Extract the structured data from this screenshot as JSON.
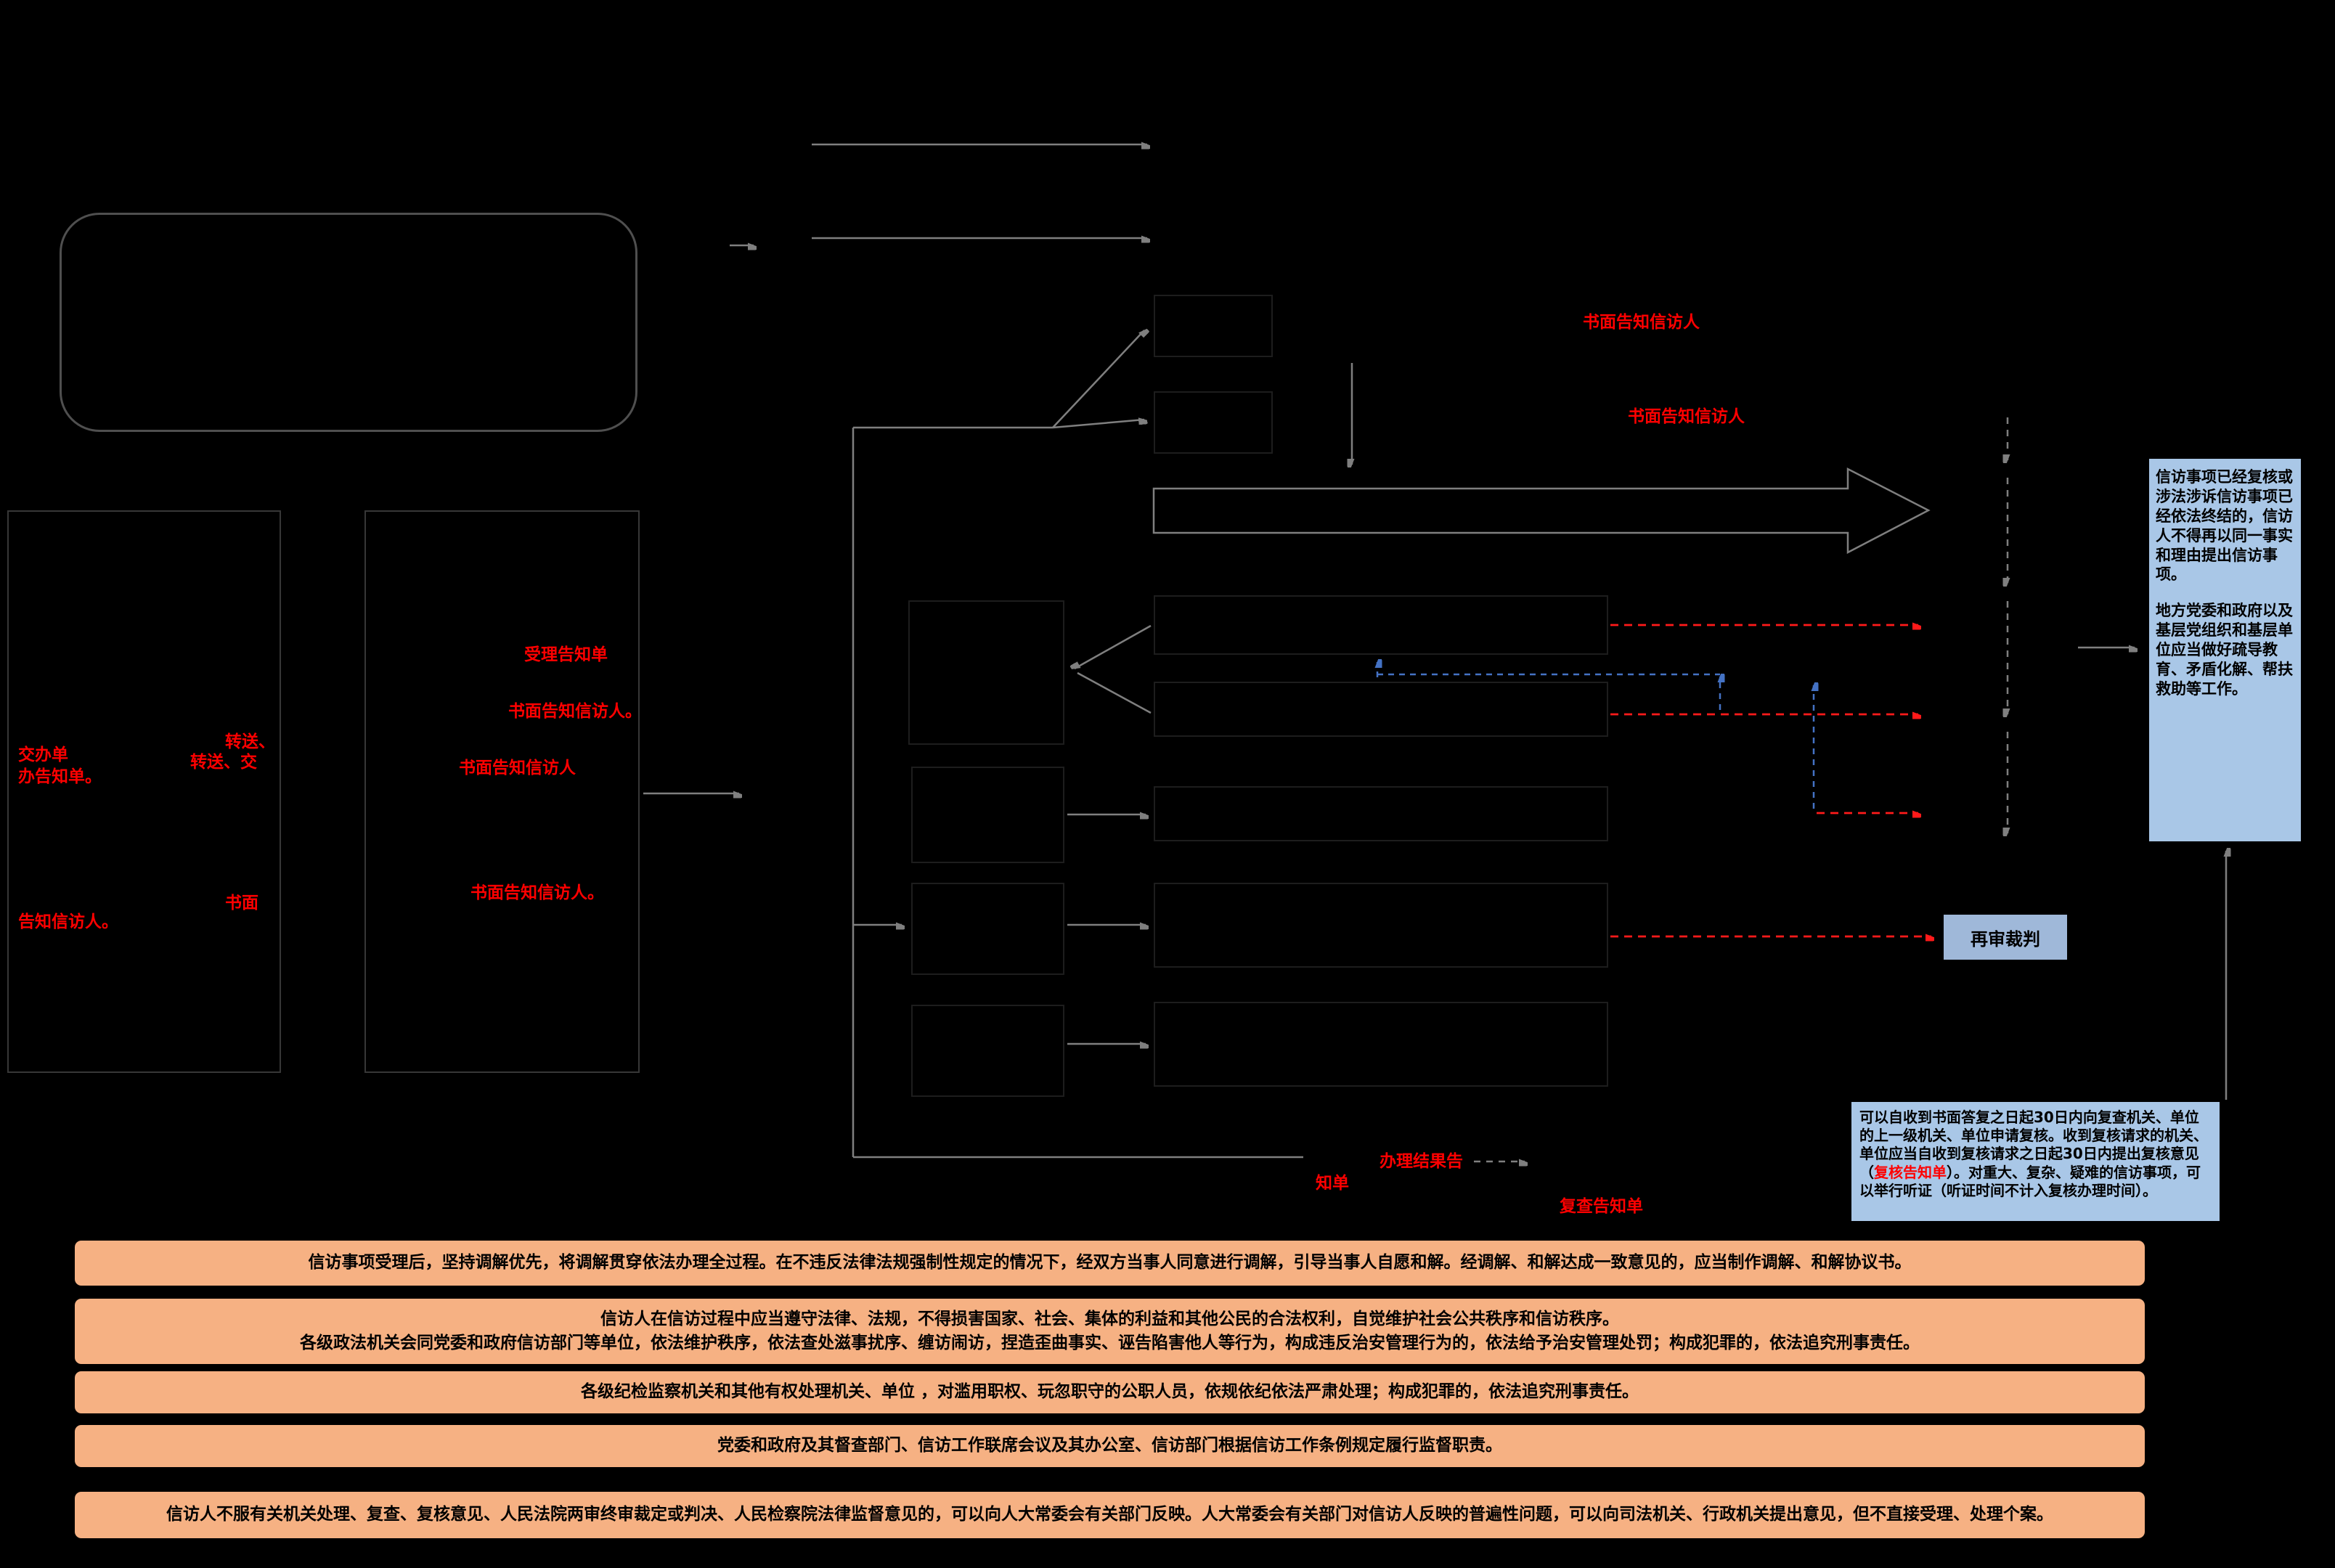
{
  "red_labels": {
    "transfer_slip": "交办单",
    "handle_notice_slip": "办告知单。",
    "forward_1": "转送、",
    "forward_2": "转送、交",
    "written": "书面",
    "notify_petitioner": "告知信访人。",
    "acceptance_notice": "受理告知单",
    "written_notify_1": "书面告知信访人。",
    "written_notify_2": "书面告知信访人",
    "written_notify_3": "书面告知信访人。",
    "written_notify_top_1": "书面告知信访人",
    "written_notify_top_2": "书面告知信访人",
    "result_notice_1": "办理结果告",
    "result_notice_2": "知单",
    "recheck_notice": "复查告知单"
  },
  "retrial_box": "再审裁判",
  "right_note": {
    "para1": "信访事项已经复核或涉法涉诉信访事项已经依法终结的，信访人不得再以同一事实和理由提出信访事项。",
    "para2": "地方党委和政府以及基层党组织和基层单位应当做好疏导教育、矛盾化解、帮扶救助等工作。"
  },
  "review_note": {
    "part1": "可以自收到书面答复之日起30日内向复查机关、单位的上一级机关、单位申请复核。收到复核请求的机关、单位应当自收到复核请求之日起30日内提出复核意见（",
    "highlight": "复核告知单",
    "part2": "）。对重大、复杂、疑难的信访事项，可以举行听证（听证时间不计入复核办理时间）。"
  },
  "banners": [
    {
      "lines": [
        "信访事项受理后，坚持调解优先，将调解贯穿依法办理全过程。在不违反法律法规强制性规定的情况下，经双方当事人同意进行调解，引导当事人自愿和解。经调解、和解达成一致意见的，应当制作调解、和解协议书。"
      ]
    },
    {
      "lines": [
        "信访人在信访过程中应当遵守法律、法规，不得损害国家、社会、集体的利益和其他公民的合法权利，自觉维护社会公共秩序和信访秩序。",
        "各级政法机关会同党委和政府信访部门等单位，依法维护秩序，依法查处滋事扰序、缠访闹访，捏造歪曲事实、诬告陷害他人等行为，构成违反治安管理行为的，依法给予治安管理处罚；构成犯罪的，依法追究刑事责任。"
      ]
    },
    {
      "lines": [
        "各级纪检监察机关和其他有权处理机关、单位 ，对滥用职权、玩忽职守的公职人员，依规依纪依法严肃处理；构成犯罪的，依法追究刑事责任。"
      ]
    },
    {
      "lines": [
        "党委和政府及其督查部门、信访工作联席会议及其办公室、信访部门根据信访工作条例规定履行监督职责。"
      ]
    },
    {
      "lines": [
        "信访人不服有关机关处理、复查、复核意见、人民法院两审终审裁定或判决、人民检察院法律监督意见的，可以向人大常委会有关部门反映。人大常委会有关部门对信访人反映的普遍性问题，可以向司法机关、行政机关提出意见，但不直接受理、处理个案。"
      ]
    }
  ],
  "colors": {
    "accent_red": "#ff0000",
    "connector_gray": "#7f7f7f",
    "feedback_blue": "#4472c4",
    "panel_blue": "#a9c7e7",
    "banner_orange": "#f6b183"
  }
}
